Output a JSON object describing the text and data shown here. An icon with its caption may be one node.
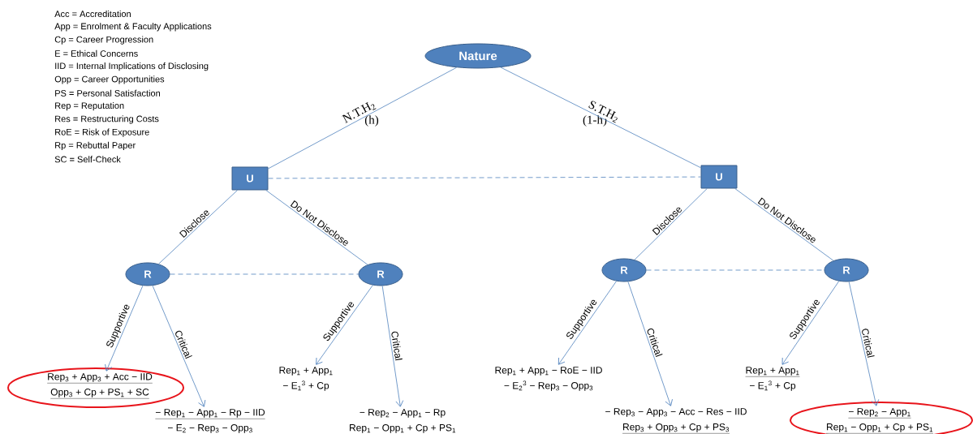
{
  "diagram": {
    "nodes": [
      {
        "text": [
          "Nature"
        ]
      },
      {
        "text": [
          "U"
        ]
      },
      {
        "text": [
          "U"
        ]
      },
      {
        "text": [
          "R"
        ]
      },
      {
        "text": [
          "R"
        ]
      },
      {
        "text": [
          "R"
        ]
      },
      {
        "text": [
          "R"
        ]
      },
      {
        "text": [
          "Rep$_{3}$ + App$_{3}$ + Acc − IID",
          "Opp$_{3}$ + Cp + PS$_{1}$ + SC"
        ]
      },
      {
        "text": [
          "− Rep$_{1}$ − App$_{1}$ − Rp − IID",
          "− E$_{2}$ − Rep$_{3}$ − Opp$_{3}$"
        ]
      },
      {
        "text": [
          "Rep$_{1}$ + App$_{1}$",
          "− E$_{1}$$^{3}$ + Cp"
        ]
      },
      {
        "text": [
          "− Rep$_{2}$ − App$_{1}$ − Rp",
          "Rep$_{1}$ − Opp$_{1}$ + Cp + PS$_{1}$"
        ]
      },
      {
        "text": [
          "Rep$_{1}$ + App$_{1}$ − RoE − IID",
          "− E$_{2}$$^{3}$ − Rep$_{3}$ − Opp$_{3}$"
        ]
      },
      {
        "text": [
          "− Rep$_{3}$ − App$_{3}$ − Acc − Res − IID",
          "Rep$_{3}$ + Opp$_{3}$ + Cp + PS$_{3}$"
        ]
      },
      {
        "text": [
          "Rep$_{1}$ + App$_{1}$",
          "− E$_{1}$$^{3}$ + Cp"
        ]
      },
      {
        "text": [
          "− Rep$_{2}$ − App$_{1}$",
          "Rep$_{1}$ − Opp$_{1}$ + Cp + PS$_{1}$"
        ]
      }
    ],
    "edges": [
      {
        "from": 0,
        "to": 1,
        "arrow": "none",
        "label": "N.T.H$_{2}$"
      },
      {
        "from": 0,
        "to": 2,
        "arrow": "none",
        "label": "S.T.H$_{2}$"
      },
      {
        "from": 1,
        "to": 3,
        "arrow": "none",
        "label": "Disclose"
      },
      {
        "from": 1,
        "to": 4,
        "arrow": "none",
        "label": "Do Not Disclose"
      },
      {
        "from": 2,
        "to": 5,
        "arrow": "none",
        "label": "Disclose"
      },
      {
        "from": 2,
        "to": 6,
        "arrow": "none",
        "label": "Do Not Disclose"
      },
      {
        "from": 3,
        "to": 7,
        "arrow": "to",
        "label": "Supportive"
      },
      {
        "from": 3,
        "to": 8,
        "arrow": "to",
        "label": "Critical"
      },
      {
        "from": 4,
        "to": 9,
        "arrow": "to",
        "label": "Supportive"
      },
      {
        "from": 4,
        "to": 10,
        "arrow": "to",
        "label": "Critical"
      },
      {
        "from": 5,
        "to": 11,
        "arrow": "to",
        "label": "Supportive"
      },
      {
        "from": 5,
        "to": 12,
        "arrow": "to",
        "label": "Critical"
      },
      {
        "from": 6,
        "to": 13,
        "arrow": "to",
        "label": "Supportive"
      },
      {
        "from": 6,
        "to": 14,
        "arrow": "to",
        "label": "Critical"
      },
      {
        "from": 1,
        "to": 2,
        "arrow": "none",
        "style": "dashed"
      },
      {
        "from": 3,
        "to": 4,
        "arrow": "none",
        "style": "dashed"
      },
      {
        "from": 5,
        "to": 6,
        "arrow": "none",
        "style": "dashed"
      }
    ],
    "labels": [
      "Acc = Accreditation",
      "App = Enrolment & Faculty Applications",
      "Cp = Career Progression",
      "E = Ethical Concerns",
      "IID = Internal Implications of Disclosing",
      "Opp = Career Opportunities",
      "PS = Personal Satisfaction",
      "Rep = Reputation",
      "Res = Restructuring Costs",
      "RoE = Risk of Exposure",
      "Rp = Rebuttal Paper",
      "SC = Self-Check",
      "(h)",
      "(1-h)"
    ]
  }
}
